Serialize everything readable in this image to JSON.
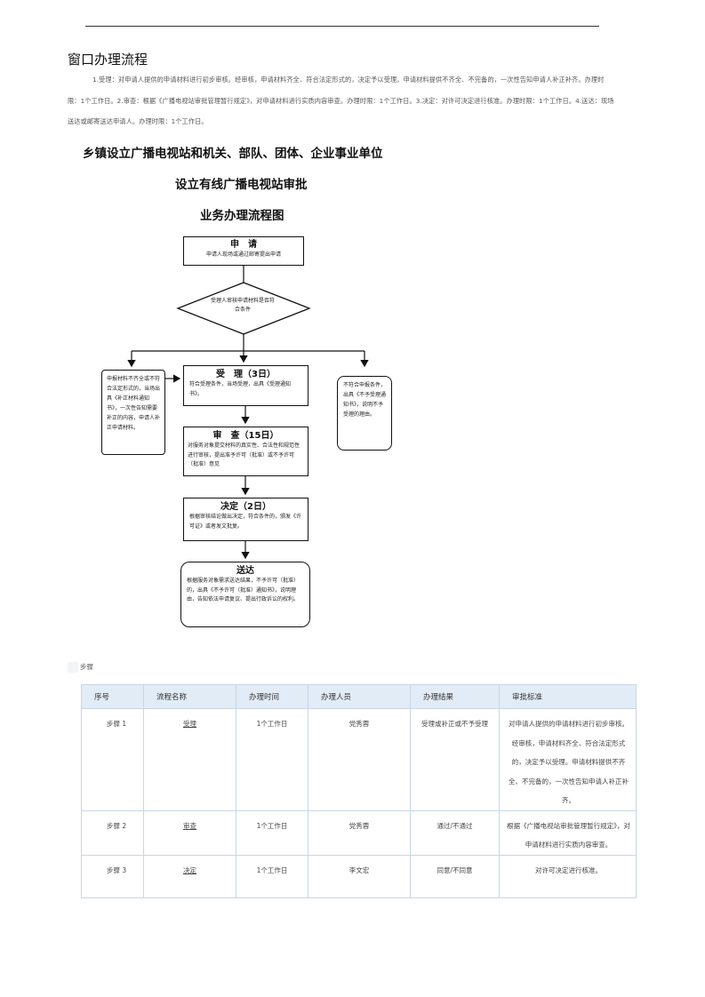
{
  "page_title": "窗口办理流程",
  "intro_text": "1.受理：对申请人提供的申请材料进行初步审核。经审核，申请材料齐全、符合法定形式的，决定予以受理。申请材料提供不齐全、不完备的，一次性告知申请人补正补齐。办理时限：1个工作日。2.审查：根据《广播电视站审批管理暂行规定》，对申请材料进行实质内容审查。办理时限：1个工作日。3.决定：对许可决定进行核准。办理时限：1个工作日。4.送达：现场送达或邮寄送达申请人。办理时限：1个工作日。",
  "flowchart": {
    "title_line1": "乡镇设立广播电视站和机关、部队、团体、企业事业单位",
    "title_line2": "设立有线广播电视站审批",
    "title_line3": "业务办理流程图",
    "apply": {
      "heading": "申　请",
      "text": "申请人现场或通过邮寄提出申请"
    },
    "diamond": {
      "text": "受理人审核申请材料是否符合条件"
    },
    "left_note": "申报材料不齐全或不符合法定形式的，当场出具《补正材料通知书》，一次性告知需要补正的内容，申请人补正申请材料。",
    "right_note": "不符合申报条件，出具《不予受理通知书》，说明不予受理的理由。",
    "accept": {
      "heading": "受　理（3日）",
      "text": "符合受理条件，当场受理，出具《受理通知书》。"
    },
    "review": {
      "heading": "审　查（15日）",
      "text": "对服务对象提交材料的真实性、合法性和规范性进行审核，提出准予许可（批准）或不予许可（批准）意见"
    },
    "decide": {
      "heading": "决定（2日）",
      "text": "根据审核结论做出决定，符合条件的，颁发《许可证》或者发文批复。"
    },
    "deliver": {
      "heading": "送达",
      "text": "根据服务对象需求送达结果，不予许可（批准）的，出具《不予许可（批准）通知书》，说明理由，告知依法申请复议、提出行政诉讼的权利。"
    }
  },
  "steps_section": {
    "label": "步骤",
    "headers": [
      "序号",
      "流程名称",
      "办理时间",
      "办理人员",
      "办理结果",
      "审批标准"
    ],
    "rows": [
      {
        "seq": "步骤 1",
        "name": "受理",
        "time": "1个工作日",
        "person": "党秀蓉",
        "result": "受理或补正或不予受理",
        "standard": "对申请人提供的申请材料进行初步审核。经审核，申请材料齐全、符合法定形式的，决定予以受理。申请材料提供不齐全、不完备的，一次性告知申请人补正补齐。"
      },
      {
        "seq": "步骤 2",
        "name": "审查",
        "time": "1个工作日",
        "person": "党秀蓉",
        "result": "通过/不通过",
        "standard": "根据《广播电视站审批管理暂行规定》，对申请材料进行实质内容审查。"
      },
      {
        "seq": "步骤 3",
        "name": "决定",
        "time": "1个工作日",
        "person": "李文宏",
        "result": "同意/不同意",
        "standard": "对许可决定进行核准。"
      }
    ]
  }
}
